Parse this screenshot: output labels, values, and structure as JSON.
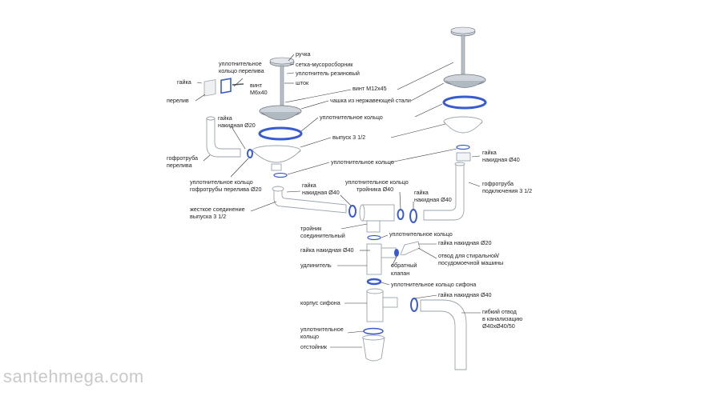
{
  "watermark": "santehmega.com",
  "colors": {
    "ring": "#3a5bd0",
    "pipe_stroke": "#9aa3ad",
    "steel": "#cfd5db",
    "text": "#222222"
  },
  "labels": {
    "ruchka": "ручка",
    "setka": "сетка-мусоросборник",
    "uplot_rez": "уплотнитель резиновый",
    "uplot_koltso_pereliva_1": "уплотнительное",
    "uplot_koltso_pereliva_2": "кольцо перелива",
    "gaika": "гайка",
    "vint_m6_1": "винт",
    "vint_m6_2": "М6х40",
    "shtok": "шток",
    "vint_m12": "винт М12х45",
    "perelev": "перелив",
    "chashka": "чашка из нержавеющей стали",
    "gaika_d20_1": "гайка",
    "gaika_d20_2": "накидная Ø20",
    "uplot_koltso": "уплотнительное кольцо",
    "vypusk": "выпуск 3 1/2",
    "gofro_perel_1": "гофротруба",
    "gofro_perel_2": "перелива",
    "uplot_koltso_2": "уплотнительное кольцо",
    "gaika_d40_r1": "гайка",
    "gaika_d40_r2": "накидная Ø40",
    "uplot_gofro_1": "уплотнительное кольцо",
    "uplot_gofro_2": "гофротрубы перелива Ø20",
    "gofro_podkl_1": "гофротруба",
    "gofro_podkl_2": "подключения 3 1/2",
    "gaika_d40_l1": "гайка",
    "gaika_d40_l2": "накидная Ø40",
    "uplot_troinika_1": "уплотнительное кольцо",
    "uplot_troinika_2": "тройника Ø40",
    "gaika_d40_m1": "гайка",
    "gaika_d40_m2": "накидная Ø40",
    "zhestkoe_1": "жесткое соединение",
    "zhestkoe_2": "выпуска 3 1/2",
    "troinik_1": "тройник",
    "troinik_2": "соединительный",
    "uplot_koltso_3": "уплотнительное кольцо",
    "gaika_d20_b": "гайка накидная Ø20",
    "gaika_d40_c": "гайка накидная Ø40",
    "otvod_1": "отвод для стиральной/",
    "otvod_2": "посудомоечной машины",
    "udlinitel": "удлинитель",
    "obratny_1": "обратный",
    "obratny_2": "клапан",
    "uplot_sifon": "уплотнительное кольцо сифона",
    "gaika_d40_d": "гайка накидная Ø40",
    "korpus": "корпус сифона",
    "gibkiy_1": "гибкий отвод",
    "gibkiy_2": "в канализацию",
    "gibkiy_3": "Ø40хØ40/50",
    "uplot_last_1": "уплотнительное",
    "uplot_last_2": "кольцо",
    "otstoynik": "отстойник"
  }
}
